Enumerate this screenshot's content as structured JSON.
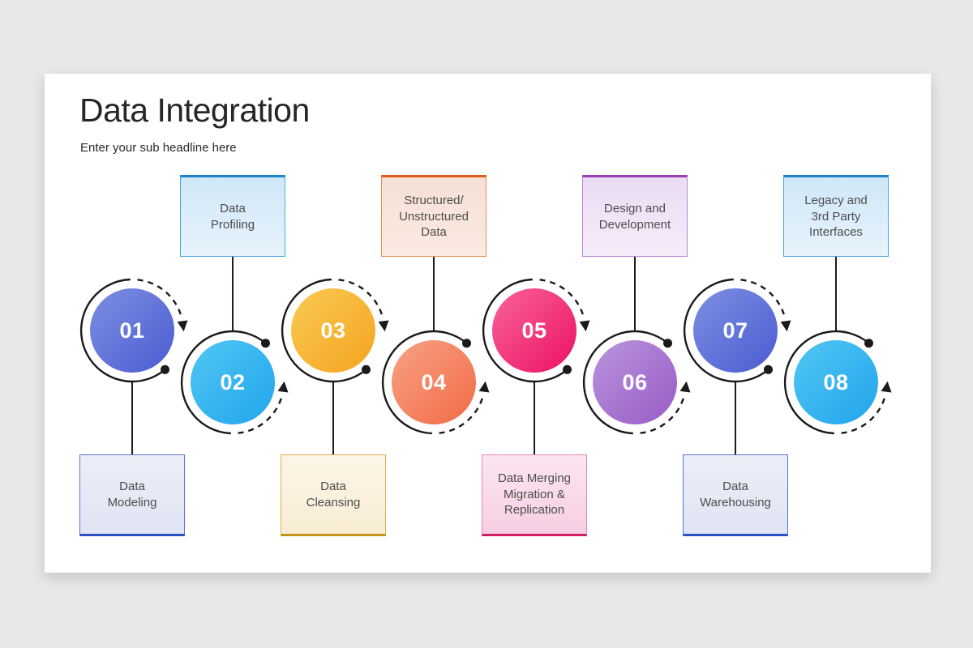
{
  "slide": {
    "title": "Data Integration",
    "subtitle": "Enter your sub headline here",
    "card_background": "#ffffff",
    "page_background": "#e8e8e8"
  },
  "diagram": {
    "ring_color": "#1a1a1a",
    "connector_color": "#1c1c1c",
    "number_text_color": "#ffffff",
    "label_text_color": "#4d4d4d"
  },
  "steps": [
    {
      "number": "01",
      "label": "Data\nModeling",
      "box_position": "bottom",
      "circle_gradient": [
        "#7e8fe2",
        "#4a5cd2"
      ],
      "box_fill": [
        "#eceef8",
        "#e0e4f3"
      ],
      "box_border": "#5b74d0",
      "box_accent": "#2e52c5"
    },
    {
      "number": "02",
      "label": "Data\nProfiling",
      "box_position": "top",
      "circle_gradient": [
        "#52c6f4",
        "#20a5ec"
      ],
      "box_fill": [
        "#cfe7f7",
        "#e7f3fc"
      ],
      "box_border": "#49a6da",
      "box_accent": "#1a85c8"
    },
    {
      "number": "03",
      "label": "Data\nCleansing",
      "box_position": "bottom",
      "circle_gradient": [
        "#f9ca54",
        "#f5a41f"
      ],
      "box_fill": [
        "#fdf5e7",
        "#f8ecd3"
      ],
      "box_border": "#d9b24a",
      "box_accent": "#c0961b"
    },
    {
      "number": "04",
      "label": "Structured/\nUnstructured\nData",
      "box_position": "top",
      "circle_gradient": [
        "#f8a186",
        "#f16b45"
      ],
      "box_fill": [
        "#f6e0d5",
        "#faeae2"
      ],
      "box_border": "#e78d5c",
      "box_accent": "#e05a17"
    },
    {
      "number": "05",
      "label": "Data Merging\nMigration &\nReplication",
      "box_position": "bottom",
      "circle_gradient": [
        "#f9639a",
        "#ec1163"
      ],
      "box_fill": [
        "#fce5f0",
        "#f6cfe3"
      ],
      "box_border": "#e487ad",
      "box_accent": "#cf1e66"
    },
    {
      "number": "06",
      "label": "Design and\nDevelopment",
      "box_position": "top",
      "circle_gradient": [
        "#b995dd",
        "#9a5ac6"
      ],
      "box_fill": [
        "#eadcf3",
        "#f5ecfa"
      ],
      "box_border": "#bb83cf",
      "box_accent": "#9440b3"
    },
    {
      "number": "07",
      "label": "Data\nWarehousing",
      "box_position": "bottom",
      "circle_gradient": [
        "#7e8fe2",
        "#4a5cd2"
      ],
      "box_fill": [
        "#eceef8",
        "#e0e4f3"
      ],
      "box_border": "#5b74d0",
      "box_accent": "#2e52c5"
    },
    {
      "number": "08",
      "label": "Legacy and\n3rd Party\nInterfaces",
      "box_position": "top",
      "circle_gradient": [
        "#52c6f4",
        "#20a5ec"
      ],
      "box_fill": [
        "#cfe7f7",
        "#e7f3fc"
      ],
      "box_border": "#49a6da",
      "box_accent": "#1a85c8"
    }
  ]
}
